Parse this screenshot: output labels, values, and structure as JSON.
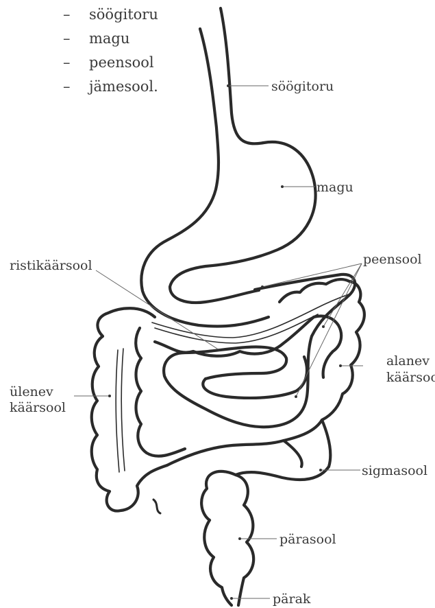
{
  "list": {
    "dash": "–",
    "items": [
      "söögitoru",
      "magu",
      "peensool",
      "jämesool."
    ]
  },
  "labels": {
    "esophagus": "söögitoru",
    "stomach": "magu",
    "small_intestine": "peensool",
    "transverse_colon": "ristikäärsool",
    "ascending_colon_1": "ülenev",
    "ascending_colon_2": "käärsool",
    "descending_colon_1": "alanev",
    "descending_colon_2": "käärsool",
    "sigmoid_colon": "sigmasool",
    "rectum": "pärasool",
    "anus": "pärak"
  },
  "colors": {
    "line": "#2a2a2a",
    "text": "#3a3a3a"
  }
}
